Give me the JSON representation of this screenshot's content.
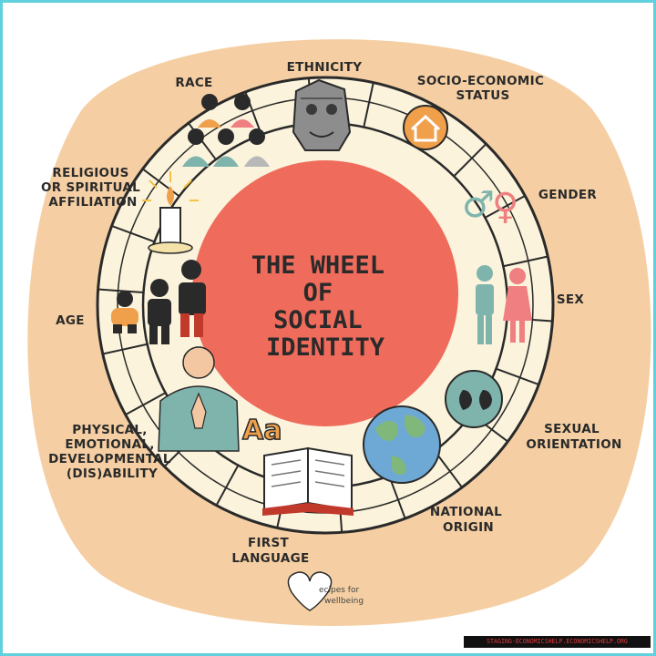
{
  "title_lines": [
    "THE WHEEL",
    "OF",
    "SOCIAL",
    "IDENTITY"
  ],
  "labels": {
    "race": [
      "RACE"
    ],
    "ethnicity": [
      "ETHNICITY"
    ],
    "socioeconomic": [
      "SOCIO-ECONOMIC",
      "STATUS"
    ],
    "gender": [
      "GENDER"
    ],
    "sex": [
      "SEX"
    ],
    "sexual_orientation": [
      "SEXUAL",
      "ORIENTATION"
    ],
    "national_origin": [
      "NATIONAL",
      "ORIGIN"
    ],
    "first_language": [
      "FIRST",
      "LANGUAGE"
    ],
    "disability": [
      "PHYSICAL,",
      "EMOTIONAL,",
      "DEVELOPMENTAL",
      "(DIS)ABILITY"
    ],
    "age": [
      "AGE"
    ],
    "religion": [
      "RELIGIOUS",
      "OR SPIRITUAL",
      "AFFILIATION"
    ]
  },
  "icons": {
    "language_glyph": "Aa",
    "gender_symbols": [
      "♂",
      "♀"
    ]
  },
  "brand": [
    "ecipes for",
    "wellbeing"
  ],
  "watermark": "STAGING-ECONOMICSHELP.ECONOMICSHELP.ORG",
  "colors": {
    "blob": "#f5cfa3",
    "ring": "#fbf3dc",
    "center": "#ef6b5b",
    "frame": "#5fd0dc",
    "teal": "#7fb4ad",
    "orange": "#f0a04b",
    "pink": "#ef7f80",
    "dark": "#2a2a2a"
  }
}
